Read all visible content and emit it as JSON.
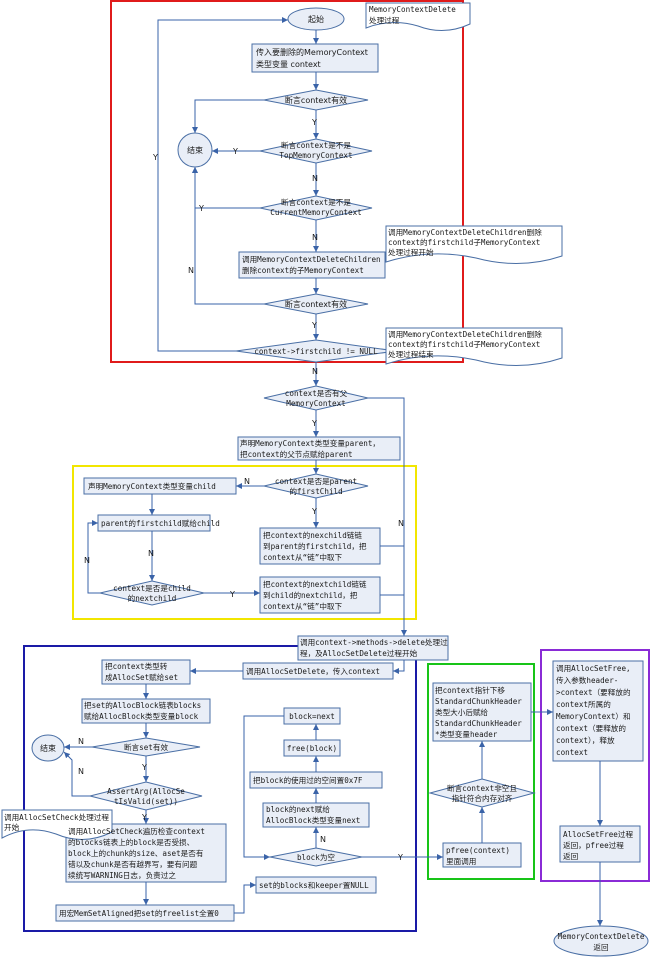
{
  "frames": {
    "red": "#e01b1b",
    "yellow": "#f2e600",
    "blue": "#1a1aa6",
    "green": "#18c418",
    "purple": "#8a2bd6"
  },
  "nodes": {
    "start": "起始",
    "pass_context": [
      "传入要删除的MemoryContext",
      "类型变量 context"
    ],
    "assert_valid_1": "断言context有效",
    "end_left": "结束",
    "is_top": [
      "断言context是不是",
      "TopMemoryContext"
    ],
    "is_current": [
      "断言context是不是",
      "CurrentMemoryContext"
    ],
    "call_delete_children": [
      "调用MemoryContextDeleteChildren",
      "删除context的子MemoryContext"
    ],
    "assert_valid_2": "断言context有效",
    "first_child_null": "context->firstchild != NULL",
    "has_parent": [
      "context是否有父",
      "MemoryContext"
    ],
    "declare_parent": [
      "声明MemoryContext类型变量parent，",
      "把context的父节点赋给parent"
    ],
    "is_first_child": [
      "context是否是parent",
      "的firstChild"
    ],
    "declare_child": "声明MemoryContext类型变量child",
    "assign_child": "parent的firstchild赋给child",
    "relink_first": [
      "把context的nexchild链链",
      "到parent的firstchild，把",
      "context从“链”中取下"
    ],
    "is_child_next": [
      "context是否是child",
      "的nextchild"
    ],
    "relink_next": [
      "把context的nextchild链链",
      "到child的nextchild，把",
      "context从“链”中取下"
    ],
    "methods_delete": [
      "调用context->methods->delete处理过",
      "程，及AllocSetDelete过程开始"
    ],
    "call_allocsetdelete": "调用AllocSetDelete，传入context",
    "cast_set": [
      "把context类型转",
      "成AllocSet赋给set"
    ],
    "assign_blocks": [
      "把set的AllocBlock链表blocks",
      "赋给AllocBlock类型变量block"
    ],
    "end_mid": "结束",
    "assert_set_valid": "断言set有效",
    "assert_allocset": [
      "AssertArg(AllocSe",
      "tIsValid(set))"
    ],
    "call_check": [
      "调用AllocSetCheck遍历检查context",
      "的blocks链表上的block是否受损、",
      "block上的chunk的size、aset是否有",
      "错以及chunk是否有越界写，要有问题",
      "续统写WARNING日志，负责过之"
    ],
    "memset_freelist": "用宏MemSetAligned把set的freelist全置0",
    "block_null": "block为空",
    "set_blocks_null": "set的blocks和keeper置NULL",
    "block_next_assign": [
      "block的next赋给",
      "AllocBlock类型变量next"
    ],
    "clear_space": "把block的使用过的空间置0x7F",
    "free_block": "free(block)",
    "block_eq_next": "block=next",
    "pfree_call": [
      "pfree(context)",
      "里面调用"
    ],
    "assert_aligned": [
      "断言context非空且",
      "指针符合内存对齐"
    ],
    "move_header": [
      "把context指针下移",
      "StandardChunkHeader",
      "类型大小后赋给",
      "StandardChunkHeader",
      "*类型变量header"
    ],
    "call_allocsetfree": [
      "调用AllocSetFree,",
      "传入参数header-",
      ">context（要释放的",
      "context所属的",
      "MemoryContext）和",
      "context（要释放的",
      "context），释放",
      "context"
    ],
    "allocsetfree_return": [
      "AllocSetFree过程",
      "返回，pfree过程",
      "返回"
    ],
    "final_return": [
      "MemoryContextDelete",
      "返回"
    ]
  },
  "notes": {
    "title": [
      "MemoryContextDelete",
      "处理过程"
    ],
    "children_start": [
      "调用MemoryContextDeleteChildren删除",
      "context的firstchild子MemoryContext",
      "处理过程开始"
    ],
    "children_end": [
      "调用MemoryContextDeleteChildren删除",
      "context的firstchild子MemoryContext",
      "处理过程结束"
    ],
    "alloccheck": [
      "调用AllocSetCheck处理过程",
      "开始"
    ]
  },
  "edge_labels": {
    "yes": "Y",
    "no": "N"
  }
}
